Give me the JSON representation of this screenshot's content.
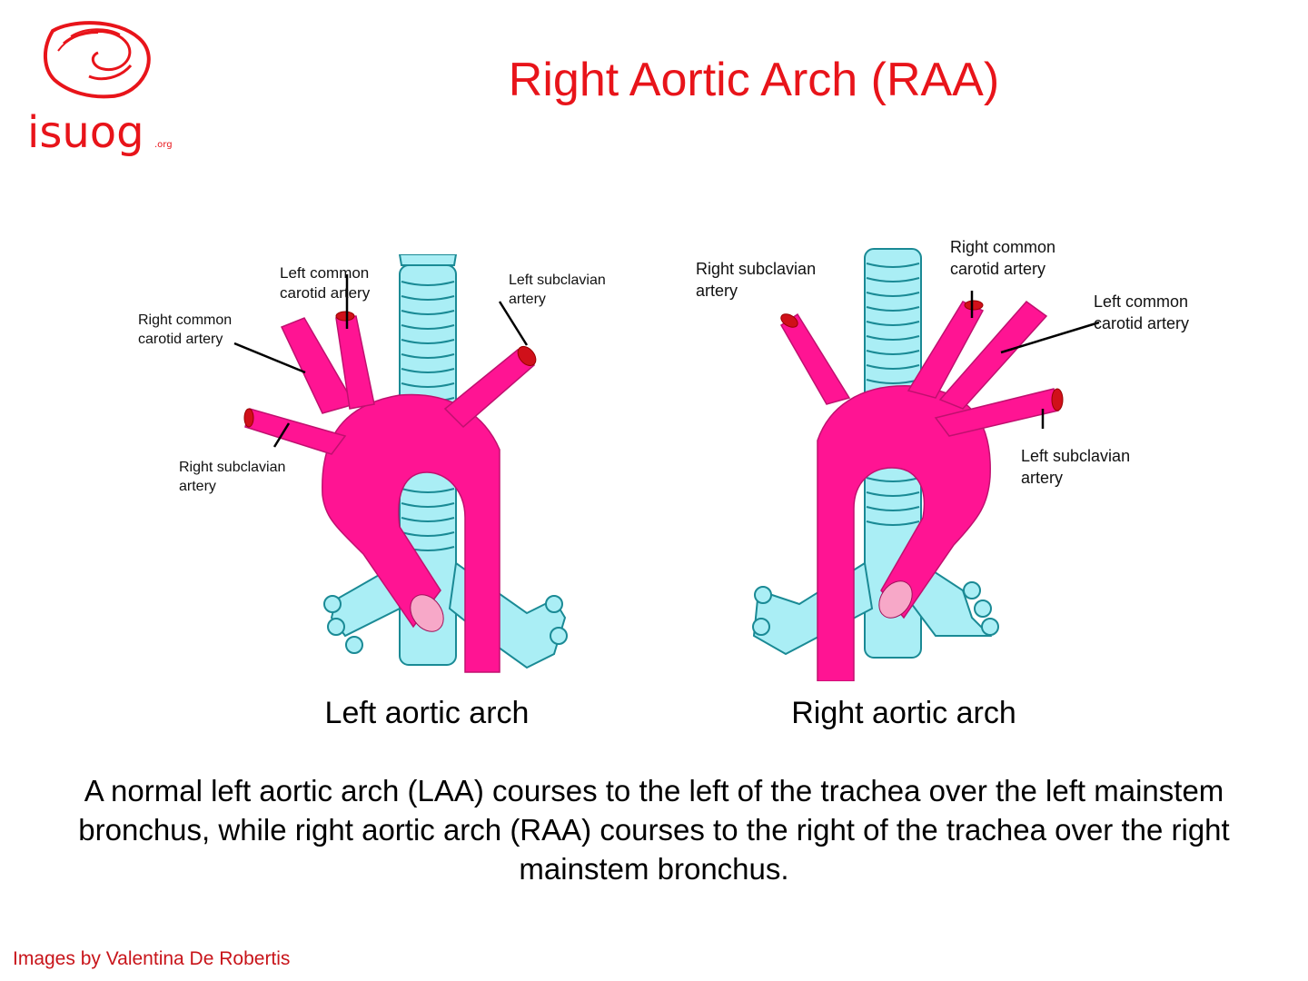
{
  "header": {
    "logo_text": "isuog",
    "logo_suffix": ".org",
    "title": "Right Aortic Arch (RAA)"
  },
  "left_diagram": {
    "caption": "Left aortic arch",
    "labels": {
      "left_common_carotid_1": "Left  common",
      "left_common_carotid_2": "carotid artery",
      "left_subclavian_1": "Left  subclavian",
      "left_subclavian_2": "artery",
      "right_common_carotid_1": "Right common",
      "right_common_carotid_2": "carotid artery",
      "right_subclavian_1": "Right subclavian",
      "right_subclavian_2": "artery"
    }
  },
  "right_diagram": {
    "caption": "Right aortic arch",
    "labels": {
      "right_subclavian_1": "Right subclavian",
      "right_subclavian_2": "artery",
      "right_common_carotid_1": "Right  common",
      "right_common_carotid_2": "carotid artery",
      "left_common_carotid_1": "Left common",
      "left_common_carotid_2": "carotid artery",
      "left_subclavian_1": "Left  subclavian",
      "left_subclavian_2": "artery"
    }
  },
  "description": "A normal left aortic arch (LAA) courses to the left of the trachea over the left mainstem bronchus, while right aortic arch (RAA) courses to the right of the trachea over the right mainstem bronchus.",
  "credit": "Images by Valentina De Robertis",
  "colors": {
    "brand_red": "#e8141a",
    "aorta": "#ff1493",
    "trachea": "#aaeef5",
    "trachea_outline": "#1a8a95"
  }
}
